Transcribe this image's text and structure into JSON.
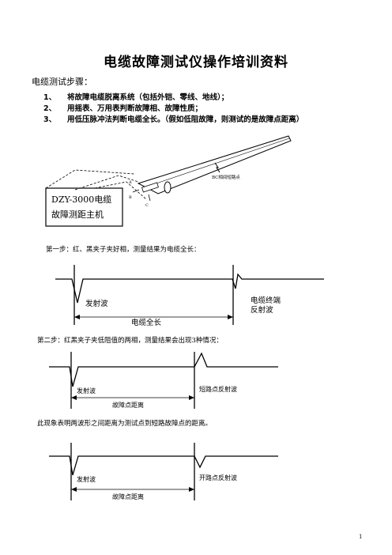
{
  "title": "电缆故障测试仪操作培训资料",
  "subtitle": "电缆测试步骤：",
  "steps": [
    {
      "num": "1、",
      "text": "将故障电缆脱离系统（包括外铠、零线、地线）；"
    },
    {
      "num": "2、",
      "text": "用摇表、万用表判断故障相、故障性质；"
    },
    {
      "num": "3、",
      "text": "用低压脉冲法判断电缆全长。（假如低阻故障，则测试的是故障点距离）"
    }
  ],
  "device": {
    "line1": "DZY-3000电缆",
    "line2": "故障测距主机",
    "fault_label": "BC相间短路点",
    "clip_a": "A",
    "clip_b": "B",
    "clip_c": "C"
  },
  "step_one": {
    "caption": "第一步：红、黑夹子夹好相，测量结果为电缆全长：",
    "emit_label": "发射波",
    "end_label_1": "电缆终端",
    "end_label_2": "反射波",
    "span_label": "电缆全长"
  },
  "step_two": {
    "caption": "第二步：红黑夹子夹低阻值的两相，测量结果会出现3种情况：",
    "emit_label": "发射波",
    "reflect_label": "短路点反射波",
    "span_label": "故障点距离"
  },
  "note": "此现象表明两波形之间距离为测试点到短路故障点的距离。",
  "step_three": {
    "emit_label": "发射波",
    "reflect_label": "开路点反射波",
    "span_label": "故障点距离"
  },
  "page_number": "1"
}
